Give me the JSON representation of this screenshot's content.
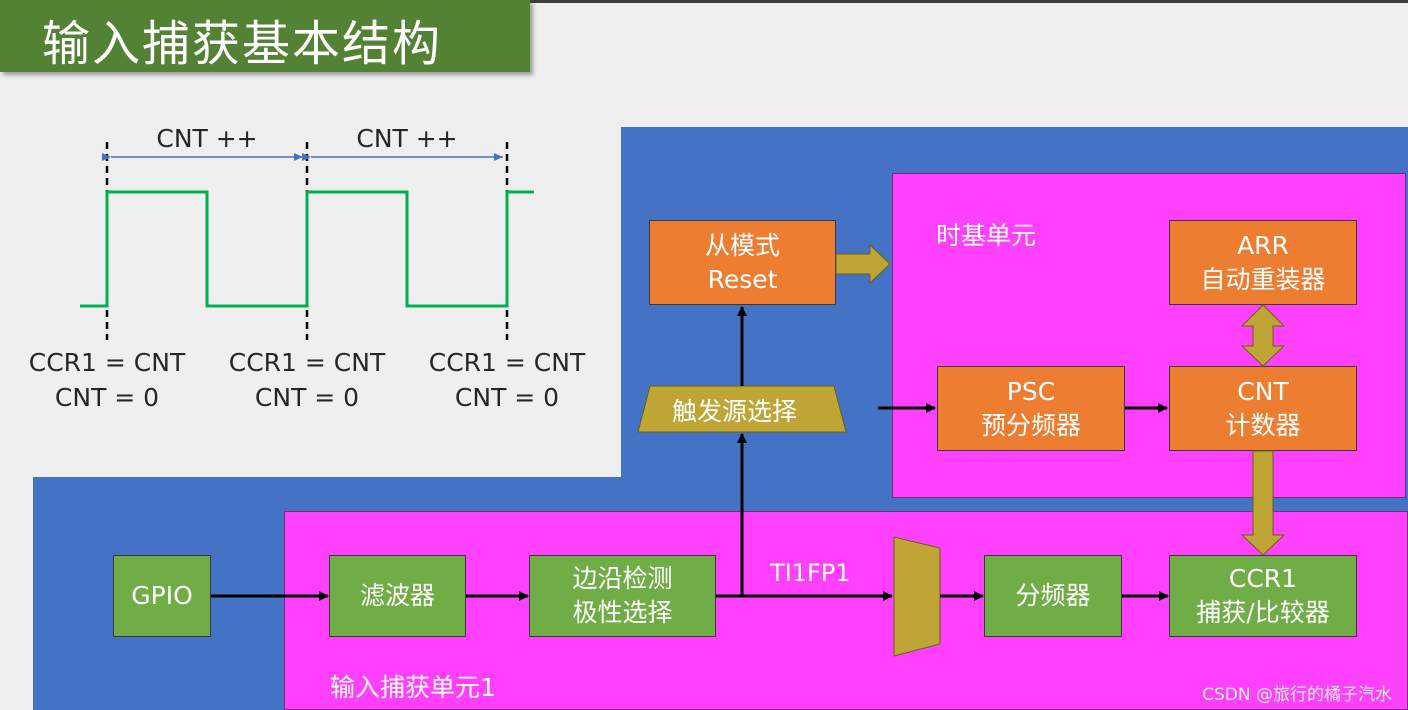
{
  "title": "输入捕获基本结构",
  "waveform": {
    "interval_labels": [
      "CNT ++",
      "CNT ++"
    ],
    "edge_labels": [
      {
        "line1": "CCR1 = CNT",
        "line2": "CNT = 0"
      },
      {
        "line1": "CCR1 = CNT",
        "line2": "CNT = 0"
      },
      {
        "line1": "CCR1 = CNT",
        "line2": "CNT = 0"
      }
    ]
  },
  "time_base": {
    "label": "时基单元",
    "psc": {
      "line1": "PSC",
      "line2": "预分频器"
    },
    "arr": {
      "line1": "ARR",
      "line2": "自动重装器"
    },
    "cnt": {
      "line1": "CNT",
      "line2": "计数器"
    }
  },
  "slave_mode": {
    "line1": "从模式",
    "line2": "Reset"
  },
  "trigger_select": "触发源选择",
  "capture_unit": {
    "label": "输入捕获单元1",
    "gpio": "GPIO",
    "filter": "滤波器",
    "edge_detect": {
      "line1": "边沿检测",
      "line2": "极性选择"
    },
    "signal": "TI1FP1",
    "divider": "分频器",
    "ccr1": {
      "line1": "CCR1",
      "line2": "捕获/比较器"
    }
  },
  "watermark": "CSDN @旅行的橘子汽水",
  "colors": {
    "title_bg": "#548235",
    "blue_panel": "#4472c4",
    "magenta_panel": "#ff40ff",
    "orange_box": "#ed7d31",
    "green_box": "#70ad47",
    "olive_shape": "#bfa535",
    "waveform": "#00b050",
    "interval_arrow": "#4472c4"
  }
}
